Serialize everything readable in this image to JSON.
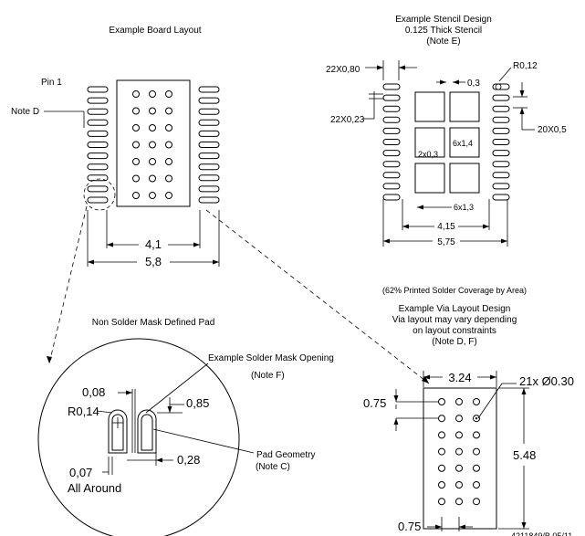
{
  "board": {
    "title": "Example Board Layout",
    "pin1": "Pin 1",
    "note_d": "Note D",
    "dim_inner": "4,1",
    "dim_outer": "5,8"
  },
  "stencil": {
    "title1": "Example Stencil Design",
    "title2": "0.125 Thick Stencil",
    "title3": "(Note E)",
    "pad_w": "22X0,80",
    "pad_h": "22X0,23",
    "radius": "R0,12",
    "gap": "0,3",
    "pitch": "20X0,5",
    "inner_w": "2x0,3",
    "side": "6x1,4",
    "bottom": "6x1,3",
    "dim_inner": "4,15",
    "dim_outer": "5,75",
    "coverage": "(62% Printed Solder Coverage by Area)"
  },
  "mask": {
    "title": "Non Solder Mask Defined Pad",
    "opening": "Example Solder Mask Opening",
    "note_f": "(Note F)",
    "d_top": "0,08",
    "radius": "R0,14",
    "d_right": "0,85",
    "d_bottom": "0,28",
    "d_left": "0,07",
    "all_around": "All Around",
    "pad_geometry": "Pad Geometry",
    "note_c": "(Note C)"
  },
  "via": {
    "title1": "Example Via Layout Design",
    "title2": "Via layout may vary depending",
    "title3": "on layout constraints",
    "title4": "(Note D, F)",
    "width": "3.24",
    "vias": "21x Ø0.30",
    "pitch_v": "0.75",
    "height": "5.48",
    "pitch_h": "0.75",
    "doc_id": "4211849/B 05/11"
  }
}
